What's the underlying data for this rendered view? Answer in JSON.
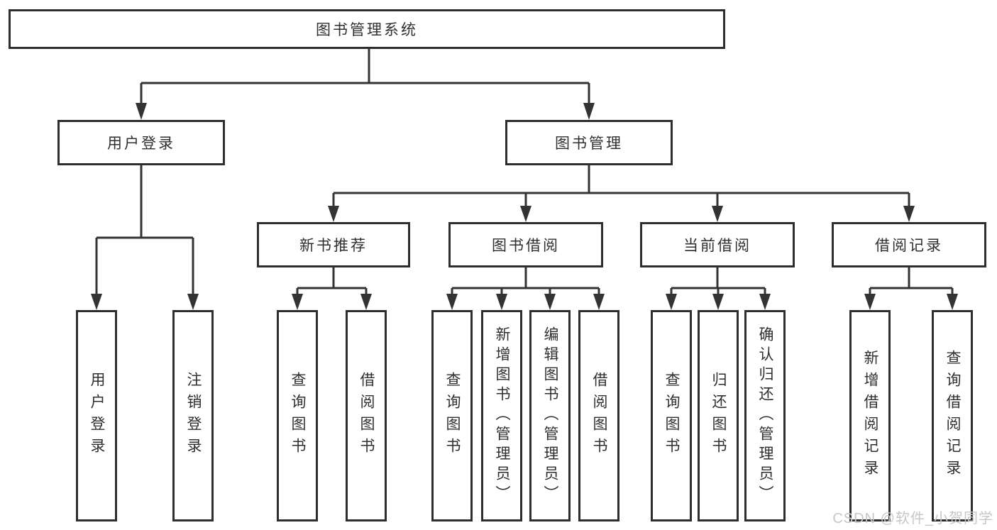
{
  "diagram": {
    "root": {
      "label": "图书管理系统"
    },
    "branches": [
      {
        "label": "用户登录",
        "children": [
          {
            "label": "用户登录"
          },
          {
            "label": "注销登录"
          }
        ]
      },
      {
        "label": "图书管理",
        "sections": [
          {
            "label": "新书推荐",
            "children": [
              {
                "label": "查询图书"
              },
              {
                "label": "借阅图书"
              }
            ]
          },
          {
            "label": "图书借阅",
            "children": [
              {
                "label": "查询图书"
              },
              {
                "label": "新增图书（管理员）"
              },
              {
                "label": "编辑图书（管理员）"
              },
              {
                "label": "借阅图书"
              }
            ]
          },
          {
            "label": "当前借阅",
            "children": [
              {
                "label": "查询图书"
              },
              {
                "label": "归还图书"
              },
              {
                "label": "确认归还（管理员）"
              }
            ]
          },
          {
            "label": "借阅记录",
            "children": [
              {
                "label": "新增借阅记录"
              },
              {
                "label": "查询借阅记录"
              }
            ]
          }
        ]
      }
    ]
  },
  "watermark": {
    "text": "CSDN @软件_小贺同学"
  },
  "colors": {
    "line": "#333333",
    "box_border": "#2e2e2e",
    "text": "#2f2f33",
    "background": "#ffffff",
    "watermark": "#c7c7c7"
  }
}
